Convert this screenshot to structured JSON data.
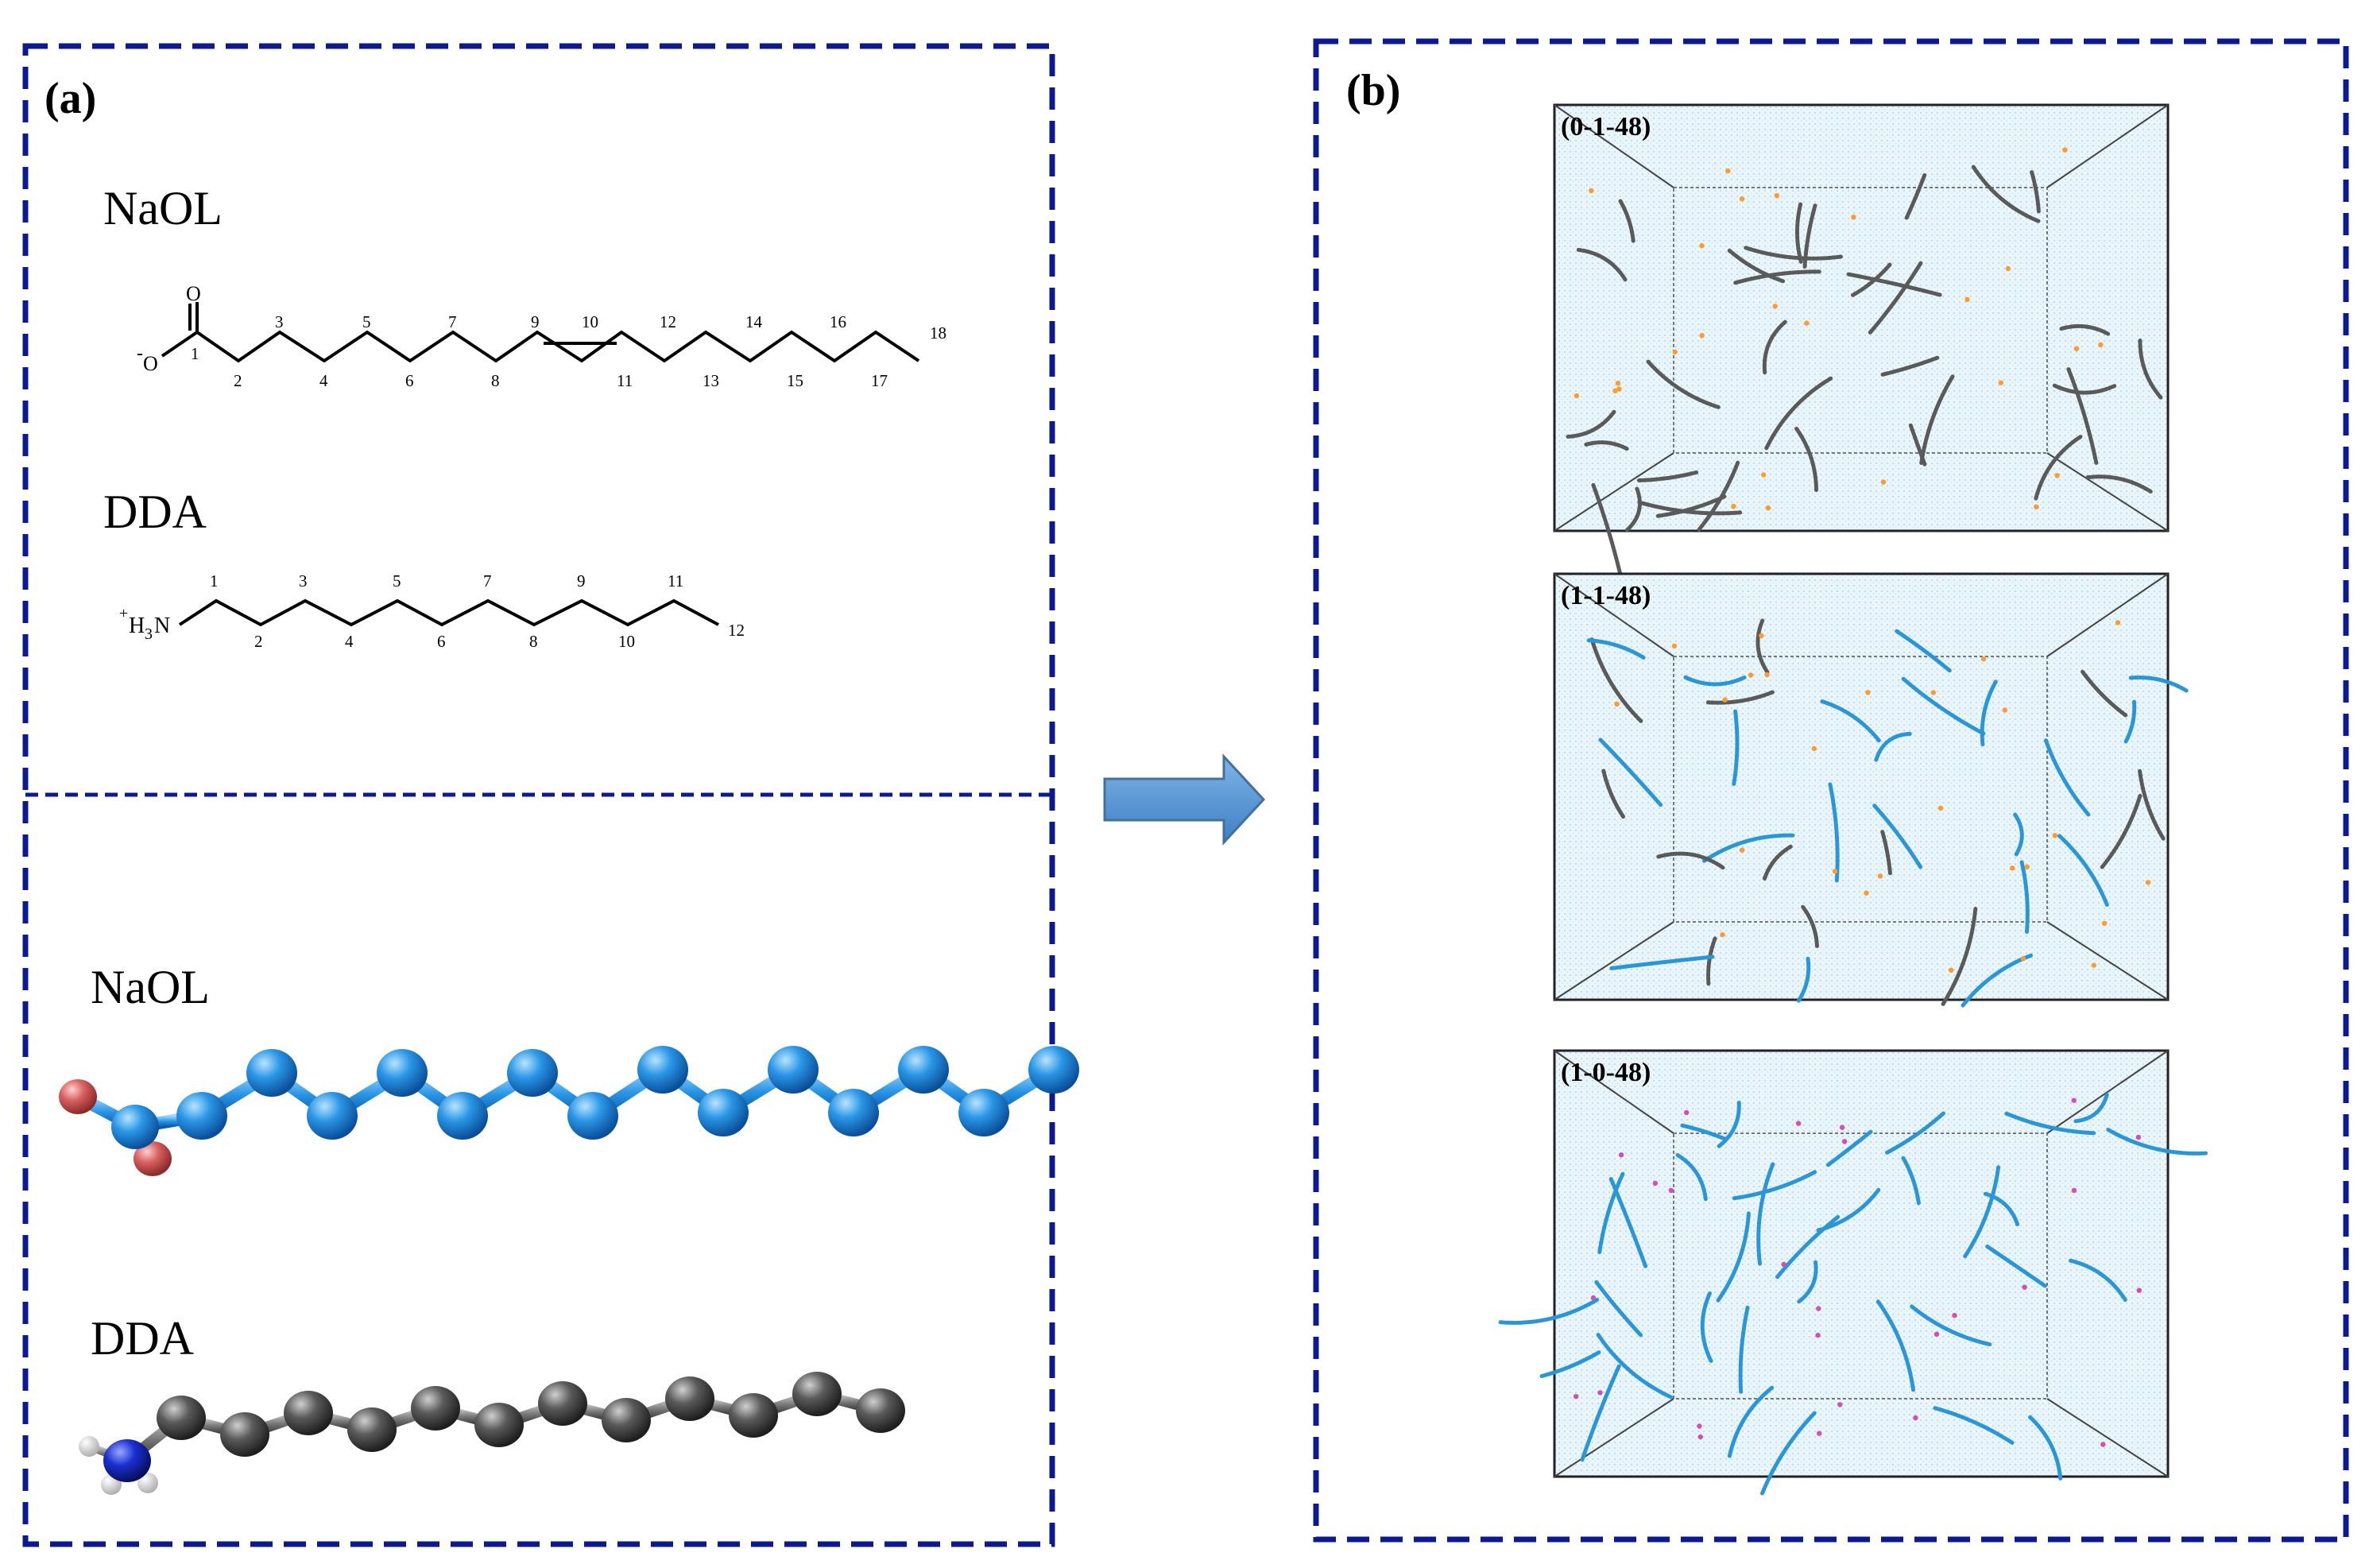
{
  "panel_a": {
    "label": "(a)",
    "structures": [
      {
        "name": "NaOL",
        "head_o_top": "O",
        "head_o_neg": "O",
        "head_o_neg_charge": "-",
        "carbon_numbers": [
          "1",
          "2",
          "3",
          "4",
          "5",
          "6",
          "7",
          "8",
          "9",
          "10",
          "11",
          "12",
          "13",
          "14",
          "15",
          "16",
          "17",
          "18"
        ]
      },
      {
        "name": "DDA",
        "head_charge": "+",
        "head_group": "H",
        "head_sub": "3",
        "head_n": "N",
        "carbon_numbers": [
          "1",
          "2",
          "3",
          "4",
          "5",
          "6",
          "7",
          "8",
          "9",
          "10",
          "11",
          "12"
        ]
      }
    ],
    "models": [
      {
        "name": "NaOL",
        "bead_color": "#1e8fe0",
        "head_color": "#d06060"
      },
      {
        "name": "DDA",
        "bead_color": "#555555",
        "head_color": "#1a2fd0"
      }
    ]
  },
  "panel_b": {
    "label": "(b)",
    "snapshots": [
      {
        "label": "(0-1-48)"
      },
      {
        "label": "(1-1-48)"
      },
      {
        "label": "(1-0-48)"
      }
    ]
  },
  "colors": {
    "frame": "#0d1a8f",
    "arrow_fill": "#5b9bd5",
    "arrow_stroke": "#41719c",
    "water": "#e3f3f9",
    "naol_chain": "#2a96d8",
    "dda_chain": "#555555"
  }
}
